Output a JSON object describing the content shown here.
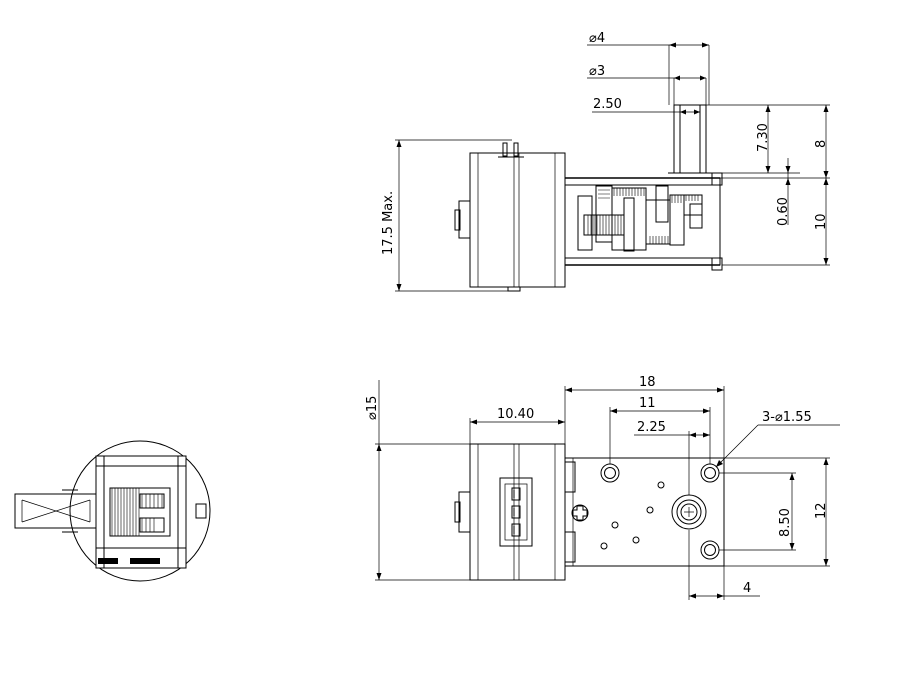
{
  "dimensions": {
    "top_view": {
      "dia_outer": "⌀4",
      "dia_inner": "⌀3",
      "shaft_flat": "2.50",
      "height_max": "17.5 Max.",
      "shaft_len": "7.30",
      "shaft_total": "8",
      "plate": "0.60",
      "box_height": "10"
    },
    "front_view": {
      "motor_dia": "⌀15",
      "motor_len": "10.40",
      "gearbox_len": "18",
      "hole_spacing_x": "11",
      "shaft_offset": "2.25",
      "mount_holes": "3-⌀1.55",
      "hole_spacing_y": "8.50",
      "box_width": "12",
      "edge_offset": "4"
    }
  }
}
